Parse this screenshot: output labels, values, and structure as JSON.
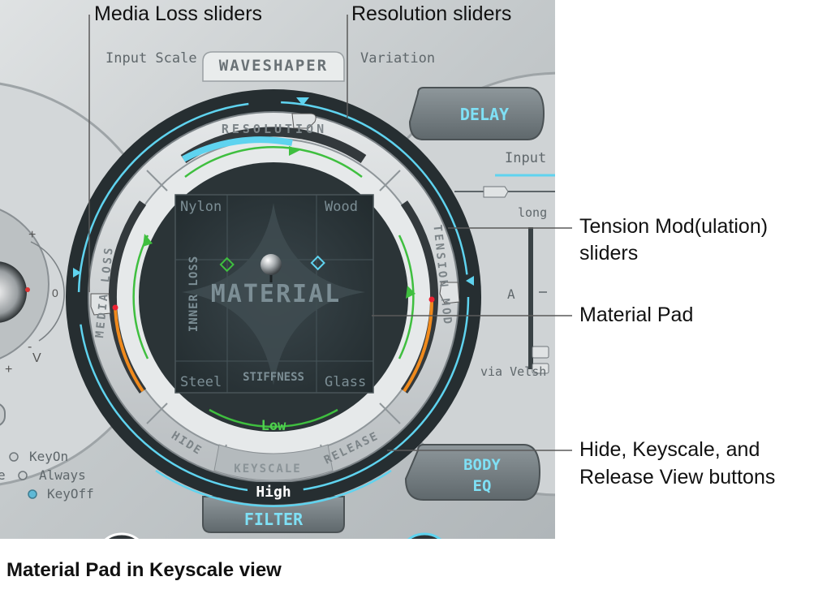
{
  "callouts": {
    "media_loss": "Media Loss sliders",
    "resolution": "Resolution sliders",
    "tension_line1": "Tension Mod(ulation)",
    "tension_line2": "sliders",
    "material_pad": "Material Pad",
    "view_line1": "Hide, Keyscale, and",
    "view_line2": "Release View buttons"
  },
  "caption": "Material Pad in Keyscale view",
  "panel": {
    "input_scale": "Input Scale",
    "waveshaper": "WAVESHAPER",
    "variation": "Variation",
    "delay": "DELAY",
    "input": "Input",
    "long": "long",
    "a_label": "A",
    "via_vel": "via Velsh",
    "body_eq_line1": "BODY",
    "body_eq_line2": "EQ",
    "filter": "FILTER",
    "high": "High",
    "low": "Low",
    "resolution_ring": "RESOLUTION",
    "media_loss_ring": "MEDIA LOSS",
    "tension_mod_ring": "TENSION MOD",
    "hide": "HIDE",
    "keyscale": "KEYSCALE",
    "release": "RELEASE",
    "material": "MATERIAL",
    "inner_loss": "INNER LOSS",
    "stiffness": "STIFFNESS",
    "nylon": "Nylon",
    "wood": "Wood",
    "steel": "Steel",
    "glass": "Glass",
    "key_on": "KeyOn",
    "always": "Always",
    "key_off": "KeyOff",
    "plus": "+",
    "minus": "-",
    "zero": "0",
    "v": "V"
  },
  "colors": {
    "accent_cyan": "#5fd3ef",
    "green": "#3fbf3f",
    "orange": "#f08a1c",
    "pad_dark": "#2a3438",
    "metal": "#c9cdcf"
  }
}
